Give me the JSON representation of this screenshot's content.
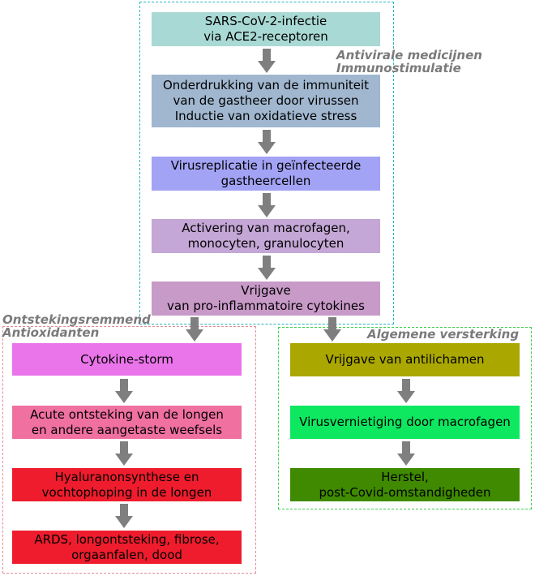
{
  "colors": {
    "arrow": "#7f7f7f",
    "center_border": "#2ab3bf",
    "left_border": "#e38a99",
    "right_border": "#3fcf4a"
  },
  "center": {
    "label": "Antivirale medicijnen\nImmunostimulatie",
    "boxes": [
      {
        "text": "SARS-CoV-2-infectie\nvia ACE2-receptoren",
        "color": "#a9d9d5"
      },
      {
        "text": "Onderdrukking van de immuniteit\nvan de gastheer door virussen\nInductie van oxidatieve stress",
        "color": "#a0b7cf"
      },
      {
        "text": "Virusreplicatie in geïnfecteerde\ngastheercellen",
        "color": "#a3a3f5"
      },
      {
        "text": "Activering van macrofagen,\nmonocyten, granulocyten",
        "color": "#c4a7d6"
      },
      {
        "text": "Vrijgave\nvan pro-inflammatoire cytokines",
        "color": "#c89ac8"
      }
    ]
  },
  "left": {
    "label": "Ontstekingsremmend\nAntioxidanten",
    "boxes": [
      {
        "text": "Cytokine-storm",
        "color": "#ea74ea"
      },
      {
        "text": "Acute ontsteking van de longen\nen andere aangetaste weefsels",
        "color": "#f070a0"
      },
      {
        "text": "Hyaluranonsynthese en\nvochtophoping in de longen",
        "color": "#ee1c2c"
      },
      {
        "text": "ARDS, longontsteking, fibrose,\norgaanfalen, dood",
        "color": "#ee1c2c"
      }
    ]
  },
  "right": {
    "label": "Algemene versterking",
    "boxes": [
      {
        "text": "Vrijgave van antilichamen",
        "color": "#aaa800"
      },
      {
        "text": "Virusvernietiging door macrofagen",
        "color": "#0ee860"
      },
      {
        "text": "Herstel,\npost-Covid-omstandigheden",
        "color": "#3f8a00"
      }
    ]
  }
}
